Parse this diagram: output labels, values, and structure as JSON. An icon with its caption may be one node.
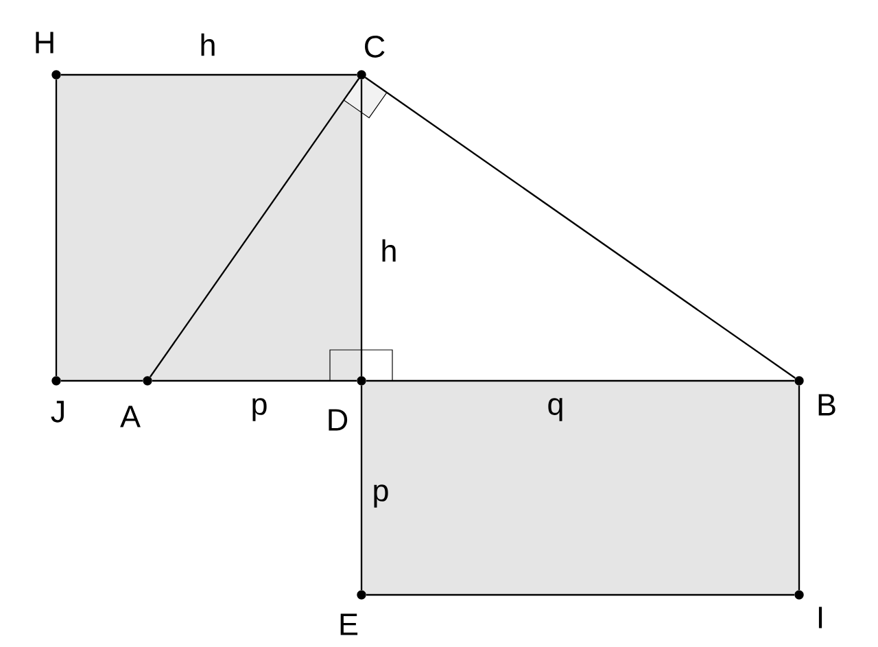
{
  "diagram": {
    "nodes": [
      {
        "text": [],
        "shape": "circle",
        "beside": [
          "H"
        ]
      },
      {
        "text": [],
        "shape": "circle",
        "beside": [
          "C"
        ]
      },
      {
        "text": [],
        "shape": "circle",
        "beside": [
          "J"
        ]
      },
      {
        "text": [],
        "shape": "circle",
        "beside": [
          "A"
        ]
      },
      {
        "text": [],
        "shape": "circle",
        "beside": [
          "D"
        ]
      },
      {
        "text": [],
        "shape": "circle",
        "beside": [
          "B"
        ]
      },
      {
        "text": [],
        "shape": "circle",
        "beside": [
          "E"
        ]
      },
      {
        "text": [],
        "shape": "circle",
        "beside": [
          "I"
        ]
      }
    ],
    "edges": [
      {
        "from": 0,
        "to": 1,
        "arrow": "none",
        "label": "h"
      },
      {
        "from": 0,
        "to": 2,
        "arrow": "none"
      },
      {
        "from": 2,
        "to": 3,
        "arrow": "none"
      },
      {
        "from": 3,
        "to": 4,
        "arrow": "none",
        "label": "p"
      },
      {
        "from": 4,
        "to": 5,
        "arrow": "none",
        "label": "q"
      },
      {
        "from": 1,
        "to": 3,
        "arrow": "none"
      },
      {
        "from": 1,
        "to": 4,
        "arrow": "none",
        "label": "h"
      },
      {
        "from": 1,
        "to": 5,
        "arrow": "none"
      },
      {
        "from": 4,
        "to": 6,
        "arrow": "none",
        "label": "p"
      },
      {
        "from": 6,
        "to": 7,
        "arrow": "none"
      },
      {
        "from": 5,
        "to": 7,
        "arrow": "none"
      }
    ]
  }
}
